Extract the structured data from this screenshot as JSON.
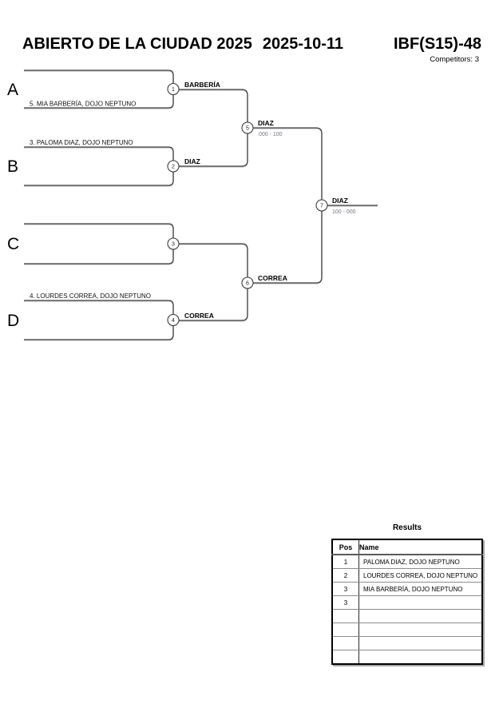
{
  "header": {
    "title": "ABIERTO DE LA CIUDAD 2025",
    "date": "2025-10-11",
    "category": "IBF(S15)-48",
    "competitors_label": "Competitors: 3"
  },
  "bracket": {
    "slots": [
      {
        "letter": "A",
        "competitor": "5. MIA BARBERÍA, DOJO NEPTUNO"
      },
      {
        "letter": "B",
        "competitor": "3. PALOMA DIAZ, DOJO NEPTUNO"
      },
      {
        "letter": "C",
        "competitor": ""
      },
      {
        "letter": "D",
        "competitor": "4. LOURDES CORREA, DOJO NEPTUNO"
      }
    ],
    "matches": [
      {
        "number": "1",
        "winner": "BARBERÍA",
        "score": ""
      },
      {
        "number": "2",
        "winner": "DIAZ",
        "score": ""
      },
      {
        "number": "3",
        "winner": "",
        "score": ""
      },
      {
        "number": "4",
        "winner": "CORREA",
        "score": ""
      },
      {
        "number": "5",
        "winner": "DIAZ",
        "score": "000 - 100"
      },
      {
        "number": "6",
        "winner": "CORREA",
        "score": ""
      },
      {
        "number": "7",
        "winner": "DIAZ",
        "score": "100 - 000"
      }
    ]
  },
  "results": {
    "title": "Results",
    "columns": {
      "pos": "Pos",
      "name": "Name"
    },
    "rows": [
      {
        "pos": "1",
        "name": "PALOMA DIAZ, DOJO NEPTUNO"
      },
      {
        "pos": "2",
        "name": "LOURDES CORREA, DOJO NEPTUNO"
      },
      {
        "pos": "3",
        "name": "MIA BARBERÍA, DOJO NEPTUNO"
      },
      {
        "pos": "3",
        "name": ""
      },
      {
        "pos": "",
        "name": ""
      },
      {
        "pos": "",
        "name": ""
      },
      {
        "pos": "",
        "name": ""
      },
      {
        "pos": "",
        "name": ""
      }
    ]
  }
}
